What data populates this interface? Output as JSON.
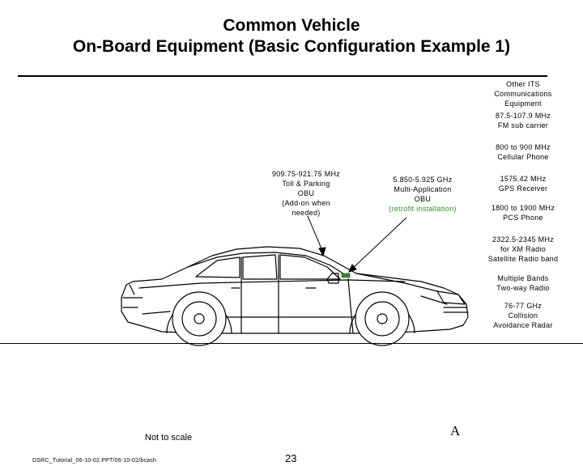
{
  "title": {
    "line1": "Common Vehicle",
    "line2": "On-Board Equipment (Basic Configuration Example 1)"
  },
  "labels": {
    "other_its": [
      "Other ITS",
      "Communications",
      "Equipment"
    ],
    "fm": [
      "87.5-107.9 MHz",
      "FM sub carrier"
    ],
    "cellular": [
      "800 to 900 MHz",
      "Cellular Phone"
    ],
    "toll": [
      "909.75-921.75 MHz",
      "Toll & Parking",
      "OBU",
      "(Add-on when",
      "needed)"
    ],
    "multi_app": [
      "5.850-5.925 GHz",
      "Multi-Application",
      "OBU"
    ],
    "retrofit": "(retrofit installation)",
    "gps": [
      "1575.42 MHz",
      "GPS Receiver"
    ],
    "pcs": [
      "1800 to 1900 MHz",
      "PCS Phone"
    ],
    "xm": [
      "2322.5-2345 MHz",
      "for XM Radio",
      "Satellite Radio band"
    ],
    "two_way": [
      "Multiple Bands",
      "Two-way Radio"
    ],
    "collision": [
      "76-77 GHz",
      "Collision",
      "Avoidance Radar"
    ]
  },
  "footer": {
    "not_to_scale": "Not to scale",
    "file": "DSRC_Tutorial_06-10-02.PPT/06-10-02/bcash",
    "page": "23",
    "mark": "A"
  },
  "colors": {
    "retrofit_text": "#2e8b2e",
    "obu_device": "#2e8b2e"
  }
}
